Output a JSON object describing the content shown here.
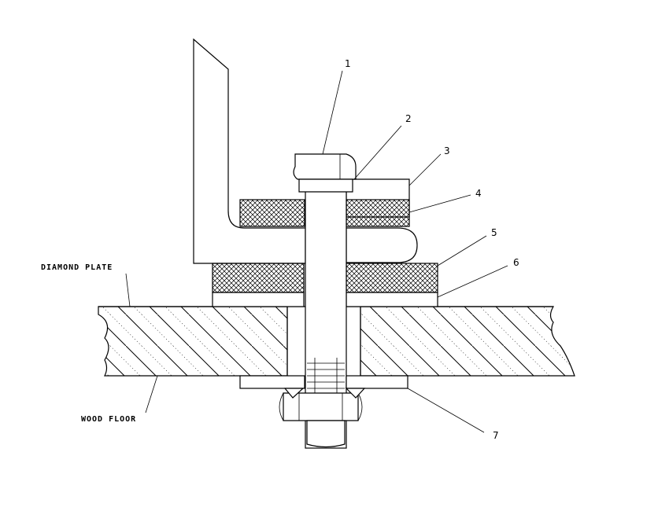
{
  "labels": {
    "diamond_plate": "DIAMOND PLATE",
    "wood_floor": "WOOD FLOOR"
  },
  "callouts": [
    "1",
    "2",
    "3",
    "4",
    "5",
    "6",
    "7"
  ]
}
